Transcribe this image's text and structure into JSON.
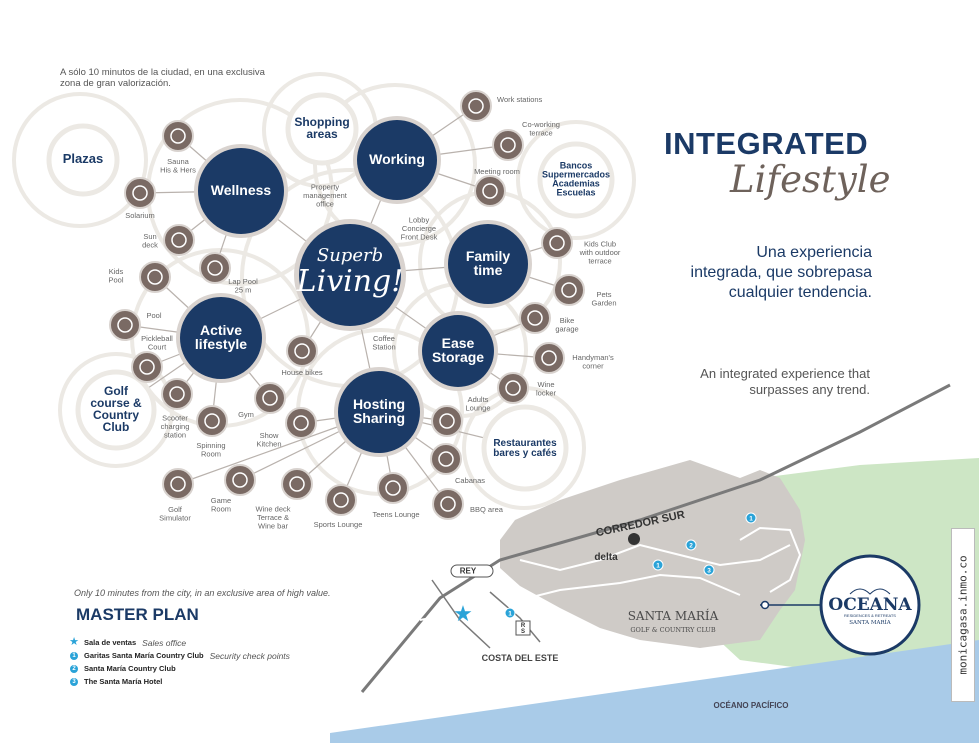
{
  "tagline": "A sólo 10 minutos de la ciudad, en una exclusiva zona de gran valorización.",
  "title_main": "INTEGRATED",
  "title_script": "Lifestyle",
  "experience_es": "Una experiencia integrada, que sobrepasa cualquier tendencia.",
  "experience_en": "An integrated experience that surpasses any trend.",
  "colors": {
    "navy": "#1b3a66",
    "taupe": "#7a6a64",
    "ring": "#ece9e4",
    "map_gray": "#cfcbc7",
    "green": "#cde6c5",
    "ocean": "#a9cbe8",
    "accent_blue": "#2aa3d8"
  },
  "center": {
    "line1": "Superb",
    "line2": "Living!"
  },
  "hubs": [
    {
      "id": "wellness",
      "lines": [
        "Wellness"
      ]
    },
    {
      "id": "working",
      "lines": [
        "Working"
      ]
    },
    {
      "id": "family",
      "lines": [
        "Family",
        "time"
      ]
    },
    {
      "id": "ease",
      "lines": [
        "Ease",
        "Storage"
      ]
    },
    {
      "id": "hosting",
      "lines": [
        "Hosting",
        "Sharing"
      ]
    },
    {
      "id": "active",
      "lines": [
        "Active",
        "lifestyle"
      ]
    }
  ],
  "outer_bubbles": [
    {
      "id": "plazas",
      "lines": [
        "Plazas"
      ]
    },
    {
      "id": "shopping",
      "lines": [
        "Shopping",
        "areas"
      ]
    },
    {
      "id": "bancos",
      "lines": [
        "Bancos",
        "Supermercados",
        "Academias",
        "Escuelas"
      ]
    },
    {
      "id": "golf",
      "lines": [
        "Golf",
        "course &",
        "Country",
        "Club"
      ]
    },
    {
      "id": "restaurantes",
      "lines": [
        "Restaurantes",
        "bares y cafés"
      ]
    }
  ],
  "amenities": [
    {
      "id": "sauna",
      "hub": "wellness",
      "icon": "sauna-icon",
      "lines": [
        "Sauna",
        "His & Hers"
      ]
    },
    {
      "id": "solarium",
      "hub": "wellness",
      "icon": "sunglasses-icon",
      "lines": [
        "Solarium"
      ]
    },
    {
      "id": "sundeck",
      "hub": "wellness",
      "icon": "flip-flops-icon",
      "lines": [
        "Sun",
        "deck"
      ]
    },
    {
      "id": "lappool",
      "hub": "wellness",
      "icon": "swimmer-icon",
      "lines": [
        "Lap Pool",
        "25 m"
      ]
    },
    {
      "id": "workstations",
      "hub": "working",
      "icon": "workstation-icon",
      "lines": [
        "Work stations"
      ]
    },
    {
      "id": "coworking",
      "hub": "working",
      "icon": "handshake-icon",
      "lines": [
        "Co-working",
        "terrace"
      ]
    },
    {
      "id": "meeting",
      "hub": "working",
      "icon": "meeting-icon",
      "lines": [
        "Meeting room"
      ]
    },
    {
      "id": "kidsclub",
      "hub": "family",
      "icon": "bicycle-icon",
      "lines": [
        "Kids Club",
        "with outdoor",
        "terrace"
      ]
    },
    {
      "id": "pets",
      "hub": "family",
      "icon": "cat-icon",
      "lines": [
        "Pets",
        "Garden"
      ]
    },
    {
      "id": "bikegarage",
      "hub": "ease",
      "icon": "garage-icon",
      "lines": [
        "Bike",
        "garage"
      ]
    },
    {
      "id": "handyman",
      "hub": "ease",
      "icon": "tools-icon",
      "lines": [
        "Handyman's",
        "corner"
      ]
    },
    {
      "id": "winelocker",
      "hub": "ease",
      "icon": "wine-locker-icon",
      "lines": [
        "Wine",
        "locker"
      ]
    },
    {
      "id": "adultslounge",
      "hub": "hosting",
      "icon": "cocktail-icon",
      "lines": [
        "Adults",
        "Lounge"
      ]
    },
    {
      "id": "cabanas",
      "hub": "hosting",
      "icon": "drink-icon",
      "lines": [
        "Cabanas"
      ]
    },
    {
      "id": "bbq",
      "hub": "hosting",
      "icon": "grill-icon",
      "lines": [
        "BBQ area"
      ]
    },
    {
      "id": "teens",
      "hub": "hosting",
      "icon": "teens-icon",
      "lines": [
        "Teens Lounge"
      ]
    },
    {
      "id": "sports",
      "hub": "hosting",
      "icon": "tv-icon",
      "lines": [
        "Sports Lounge"
      ]
    },
    {
      "id": "winedeck",
      "hub": "hosting",
      "icon": "wine-bottle-icon",
      "lines": [
        "Wine deck",
        "Terrace &",
        "Wine bar"
      ]
    },
    {
      "id": "gameroom",
      "hub": "hosting",
      "icon": "billiard-icon",
      "lines": [
        "Game",
        "Room"
      ]
    },
    {
      "id": "golfsim",
      "hub": "hosting",
      "icon": "golf-screen-icon",
      "lines": [
        "Golf",
        "Simulator"
      ]
    },
    {
      "id": "showkitchen",
      "hub": "hosting",
      "icon": "kitchen-icon",
      "lines": [
        "Show",
        "Kitchen"
      ]
    },
    {
      "id": "gym",
      "hub": "active",
      "icon": "dumbbell-icon",
      "lines": [
        "Gym"
      ]
    },
    {
      "id": "spinning",
      "hub": "active",
      "icon": "cyclist-icon",
      "lines": [
        "Spinning",
        "Room"
      ]
    },
    {
      "id": "scooter",
      "hub": "active",
      "icon": "scooter-icon",
      "lines": [
        "Scooter",
        "charging",
        "station"
      ]
    },
    {
      "id": "pickleball",
      "hub": "active",
      "icon": "paddle-icon",
      "lines": [
        "Pickleball",
        "Court"
      ]
    },
    {
      "id": "pool",
      "hub": "active",
      "icon": "pool-icon",
      "lines": [
        "Pool"
      ]
    },
    {
      "id": "kidspool",
      "hub": "active",
      "icon": "kids-pool-icon",
      "lines": [
        "Kids",
        "Pool"
      ]
    },
    {
      "id": "housebikes",
      "hub": "center",
      "icon": "bikes-icon",
      "lines": [
        "House bikes"
      ]
    }
  ],
  "center_labels": [
    {
      "id": "propmgmt",
      "lines": [
        "Property",
        "management",
        "office"
      ]
    },
    {
      "id": "lobby",
      "lines": [
        "Lobby",
        "Concierge",
        "Front Desk"
      ]
    },
    {
      "id": "coffee",
      "lines": [
        "Coffee",
        "Station"
      ]
    }
  ],
  "map": {
    "caption": "Only 10 minutes from the city, in an exclusive area of high value.",
    "title": "MASTER PLAN",
    "corredor": "CORREDOR SUR",
    "delta": "delta",
    "rey": "REY",
    "riba_smith": "R\nS",
    "costa": "COSTA DEL ESTE",
    "santa_maria_1": "SANTA MARÍA",
    "santa_maria_2": "GOLF & COUNTRY CLUB",
    "oceano": "OCÉANO PACÍFICO",
    "logo_main": "OCEANA",
    "logo_sub": "RESIDENCES & RETREATS",
    "logo_place": "SANTA MARÍA",
    "markers": [
      "1",
      "1",
      "1",
      "2",
      "3"
    ]
  },
  "legend": [
    {
      "mark": "star",
      "label": "Sala de ventas",
      "sub": "Sales office"
    },
    {
      "mark": "1",
      "label": "Garitas Santa María Country Club",
      "sub": "Security check points"
    },
    {
      "mark": "2",
      "label": "Santa María Country Club",
      "sub": ""
    },
    {
      "mark": "3",
      "label": "The Santa María Hotel",
      "sub": ""
    }
  ],
  "watermark": "monicagasa.inmo.co"
}
